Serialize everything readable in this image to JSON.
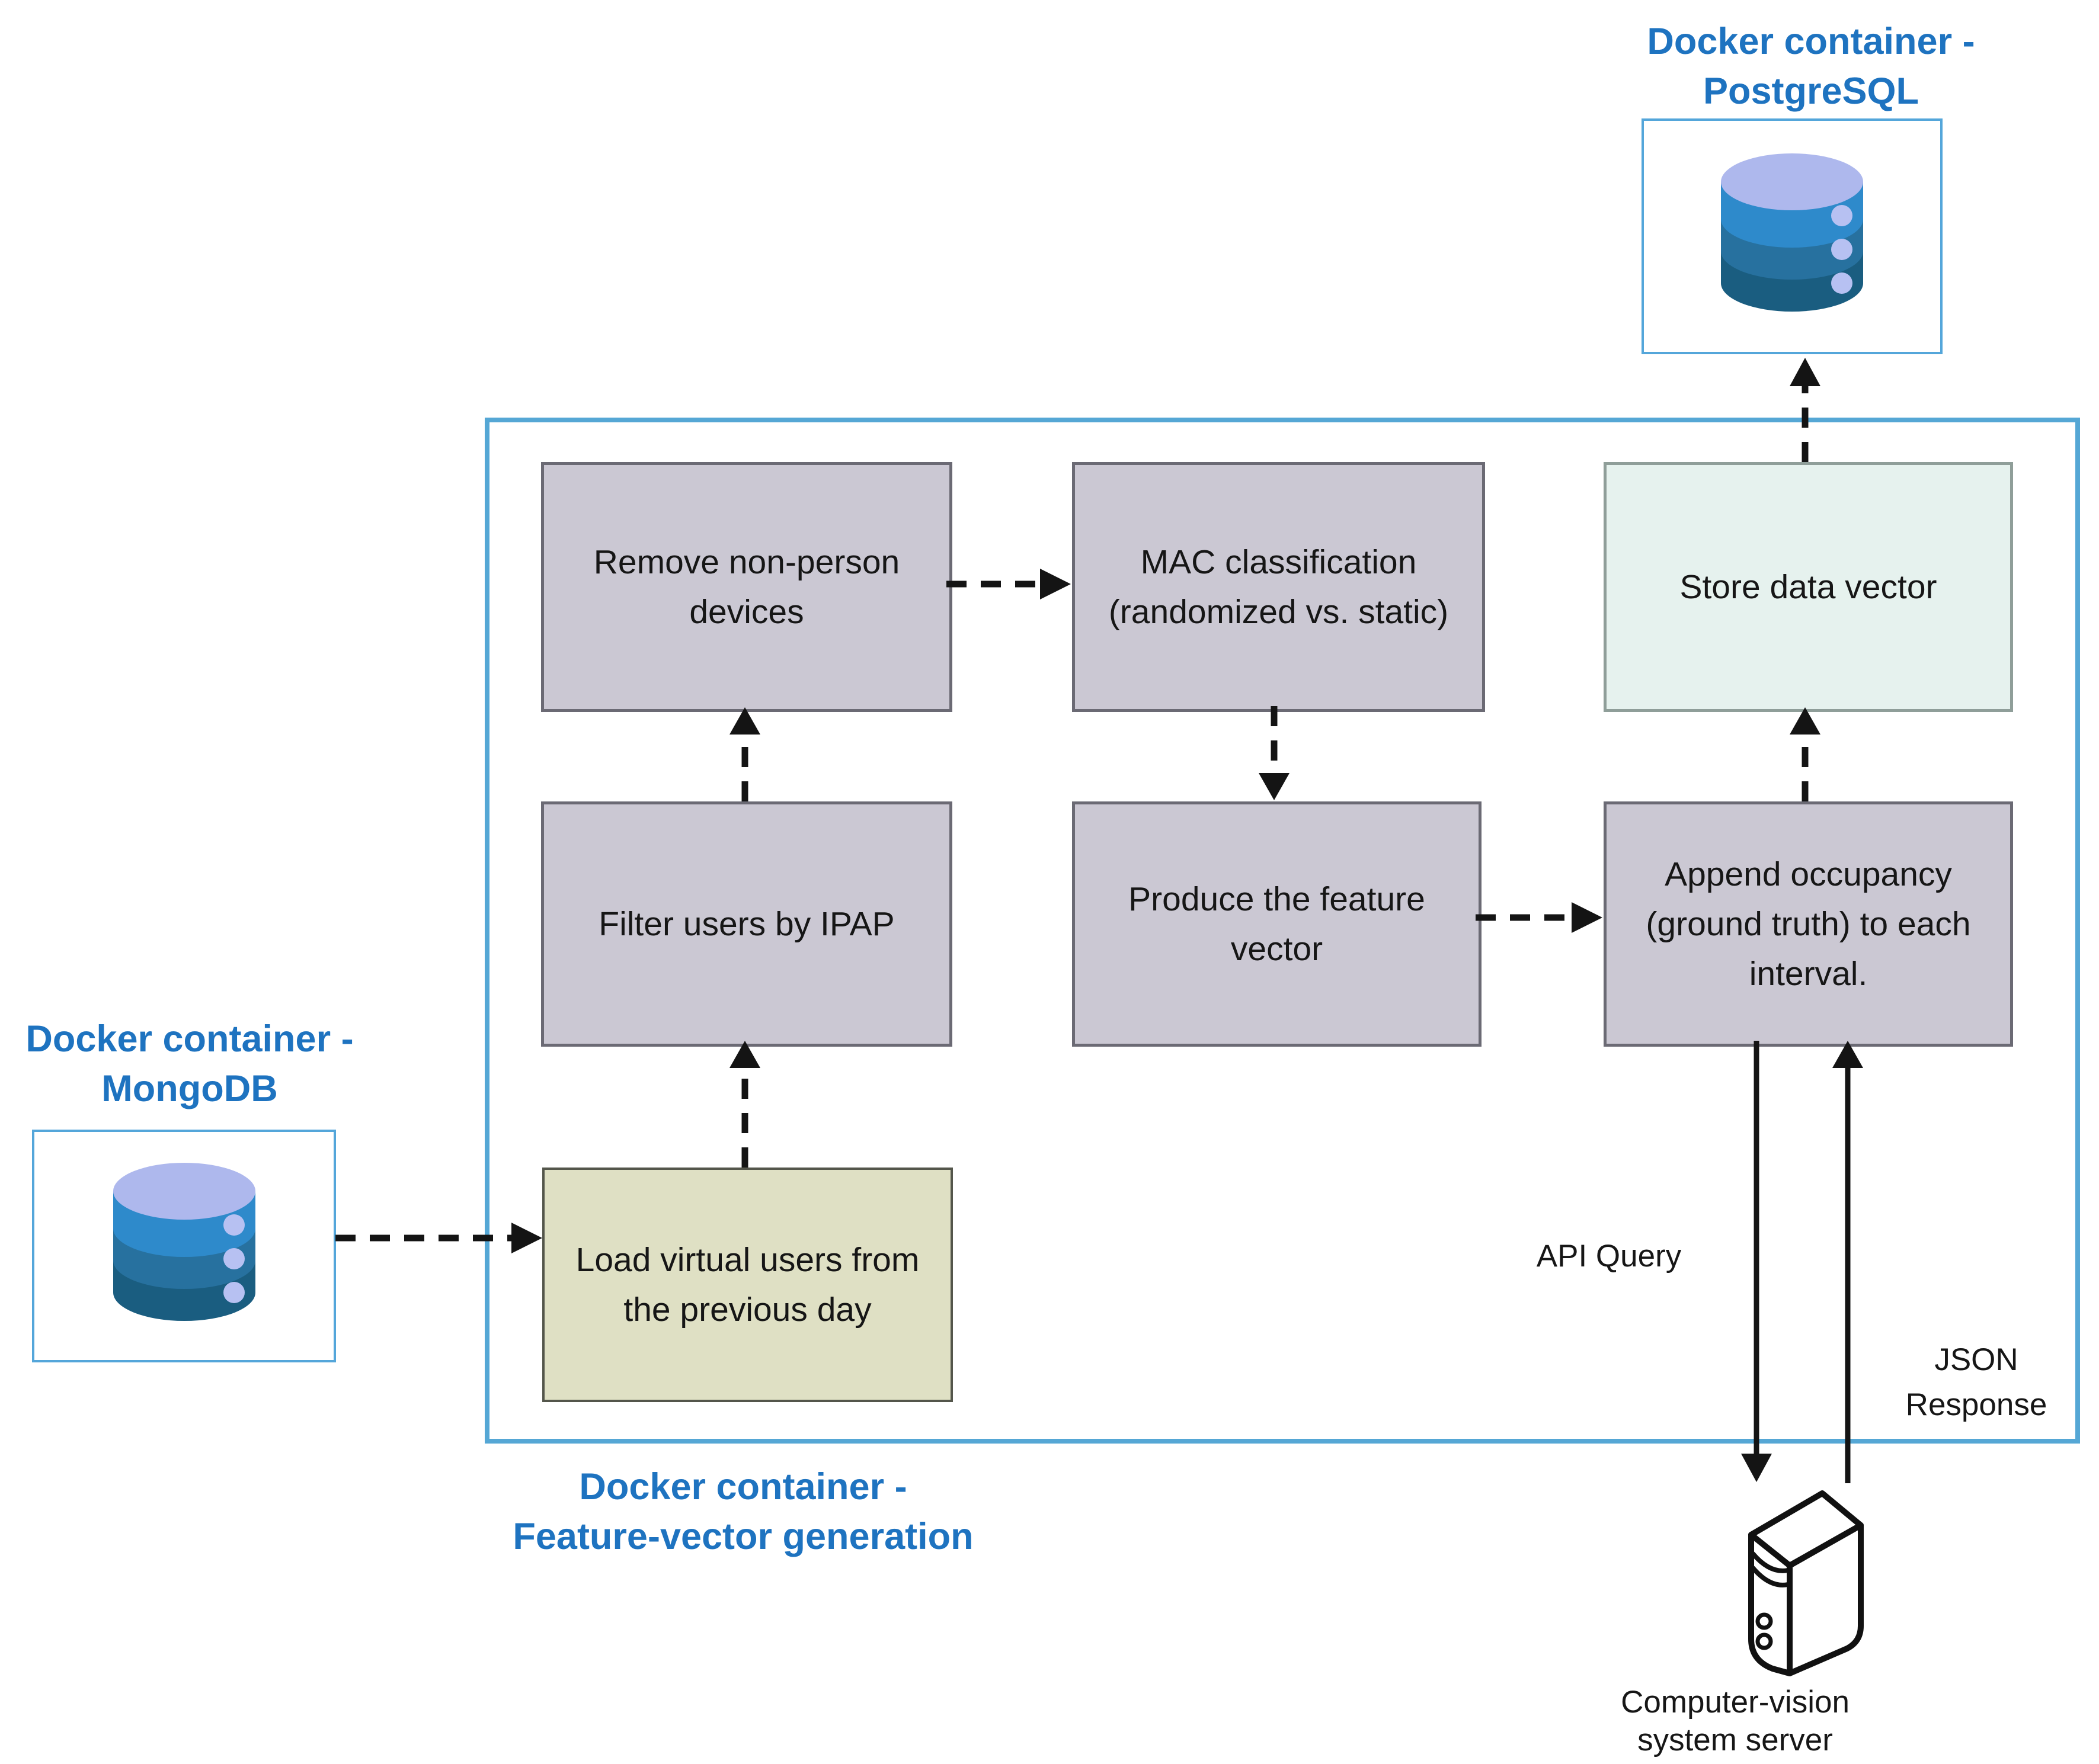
{
  "diagram": {
    "containers": {
      "postgres": {
        "label_lines": [
          "Docker container -",
          "PostgreSQL"
        ]
      },
      "mongo": {
        "label_lines": [
          "Docker container -",
          "MongoDB"
        ]
      },
      "feature": {
        "label_lines": [
          "Docker container -",
          "Feature-vector generation"
        ]
      }
    },
    "boxes": {
      "remove": {
        "lines": [
          "Remove non-person",
          "devices"
        ]
      },
      "mac": {
        "lines": [
          "MAC classification",
          "(randomized vs. static)"
        ]
      },
      "store": {
        "lines": [
          "Store data vector"
        ]
      },
      "filter": {
        "lines": [
          "Filter users by IPAP"
        ]
      },
      "produce": {
        "lines": [
          "Produce the feature",
          "vector"
        ]
      },
      "append": {
        "lines": [
          "Append occupancy",
          "(ground truth) to each",
          "interval."
        ]
      },
      "load": {
        "lines": [
          "Load virtual users from",
          "the previous day"
        ]
      }
    },
    "edge_labels": {
      "api_query": "API Query",
      "json_response_lines": [
        "JSON",
        "Response"
      ]
    },
    "server_label_lines": [
      "Computer-vision",
      "system server"
    ],
    "icons": {
      "postgres_icon": "database-cylinder-icon",
      "mongo_icon": "database-cylinder-icon",
      "server_icon": "server-tower-icon"
    },
    "colors": {
      "label_blue": "#1e73c0",
      "container_border_blue": "#55a7d5",
      "process_box_fill": "#cbc8d3",
      "process_box_border": "#6b6a74",
      "store_box_fill": "#e6f2ee",
      "load_box_fill": "#dfe0c4",
      "arrow_black": "#141414",
      "db_icon_top": "#aeb8ed",
      "db_icon_band1": "#2e8acb",
      "db_icon_band2": "#27719f",
      "db_icon_band3": "#1a5d80"
    }
  }
}
